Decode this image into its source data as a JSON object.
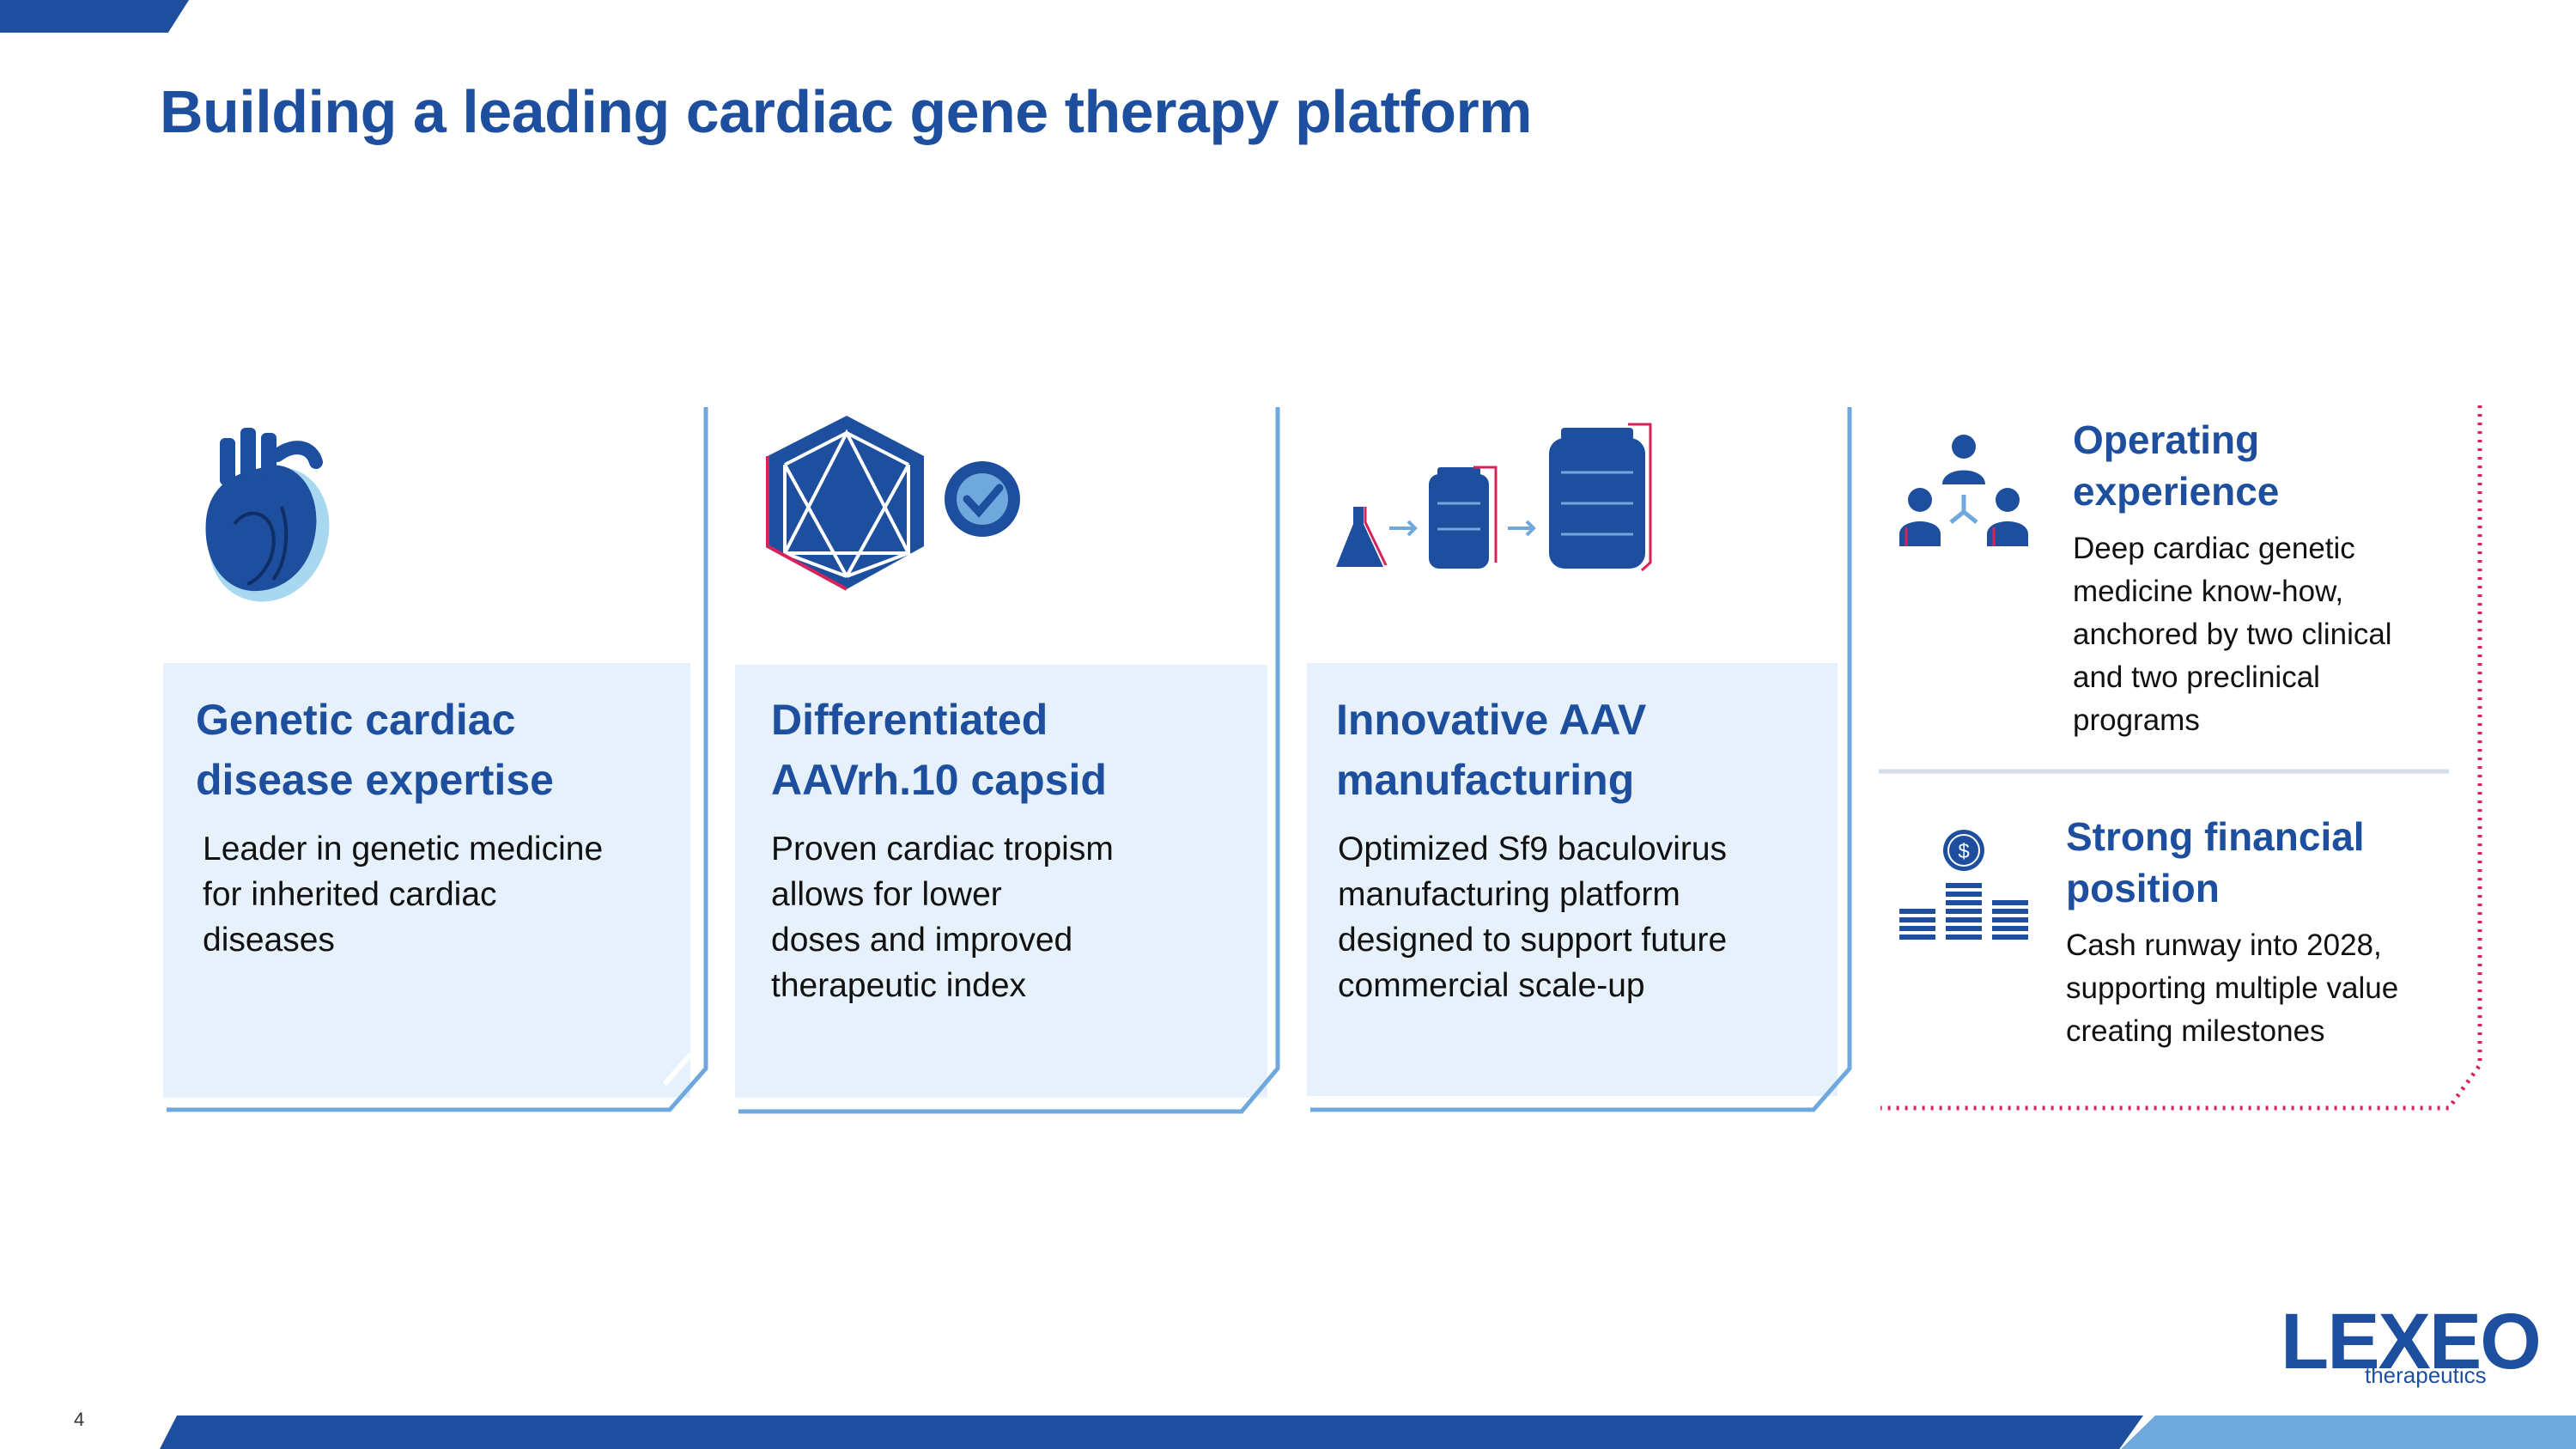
{
  "slide": {
    "title": "Building a leading cardiac gene therapy platform",
    "page_number": "4"
  },
  "cards": [
    {
      "icon": "heart-icon",
      "title_line1": "Genetic cardiac",
      "title_line2": "disease expertise",
      "text_lines": [
        "Leader in genetic medicine",
        "for inherited cardiac",
        "diseases"
      ]
    },
    {
      "icon": "capsid-check-icon",
      "title_line1": "Differentiated",
      "title_line2": "AAVrh.10 capsid",
      "text_lines": [
        "Proven cardiac tropism",
        "allows for lower",
        "doses and improved",
        "therapeutic index"
      ]
    },
    {
      "icon": "manufacturing-scaleup-icon",
      "title_line1": "Innovative AAV",
      "title_line2": "manufacturing",
      "text_lines": [
        "Optimized Sf9 baculovirus",
        "manufacturing platform",
        "designed to support future",
        "commercial scale-up"
      ]
    }
  ],
  "side_items": [
    {
      "icon": "team-network-icon",
      "title_line1": "Operating",
      "title_line2": "experience",
      "text_lines": [
        "Deep cardiac genetic",
        "medicine know-how,",
        "anchored by two clinical",
        "and two preclinical",
        "programs"
      ]
    },
    {
      "icon": "coin-stacks-icon",
      "title_line1": "Strong financial",
      "title_line2": "position",
      "text_lines": [
        "Cash runway into 2028,",
        "supporting multiple value",
        "creating milestones"
      ]
    }
  ],
  "logo": {
    "name": "LEXEO",
    "subtitle": "therapeutics"
  },
  "colors": {
    "brand_blue": "#1d4f9e",
    "light_blue": "#6fa8dc",
    "card_bg": "#e6f1fb",
    "accent_red": "#d6245a"
  }
}
